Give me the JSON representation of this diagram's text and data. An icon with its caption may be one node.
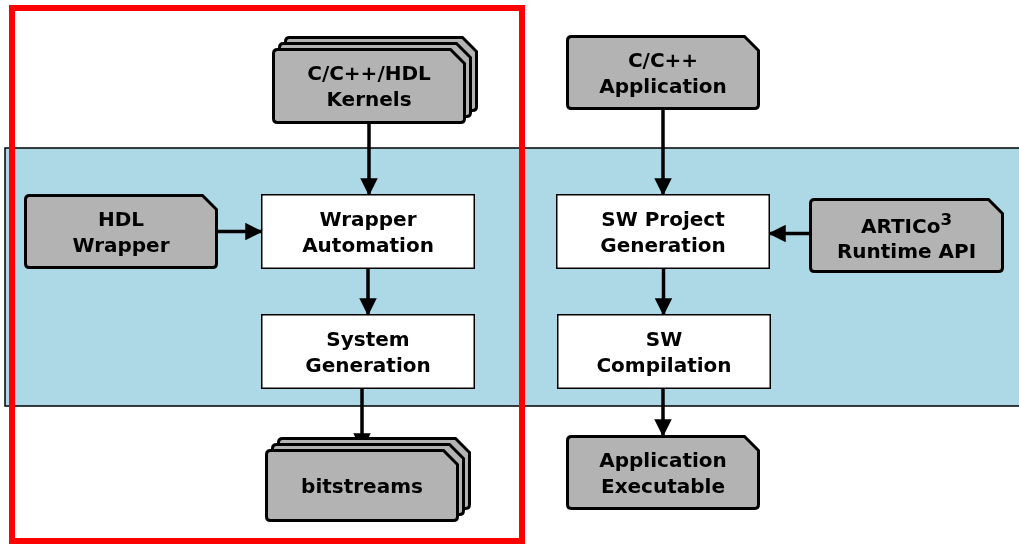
{
  "diagram": {
    "nodes": [
      {
        "text": [
          "C/C++/HDL Kernels"
        ]
      },
      {
        "text": [
          "C/C++ Application"
        ]
      },
      {
        "text": [
          "HDL Wrapper"
        ]
      },
      {
        "text": [
          "Wrapper Automation"
        ]
      },
      {
        "text": [
          "SW Project Generation"
        ]
      },
      {
        "text": [
          "ARTICo$^{3}$ Runtime API"
        ]
      },
      {
        "text": [
          "System Generation"
        ]
      },
      {
        "text": [
          "SW Compilation"
        ]
      },
      {
        "text": [
          "bitstreams"
        ]
      },
      {
        "text": [
          "Application Executable"
        ]
      }
    ],
    "edges": [
      {
        "from": 0,
        "to": 3,
        "arrow": "to"
      },
      {
        "from": 2,
        "to": 3,
        "arrow": "to"
      },
      {
        "from": 3,
        "to": 6,
        "arrow": "to"
      },
      {
        "from": 6,
        "to": 8,
        "arrow": "to"
      },
      {
        "from": 1,
        "to": 4,
        "arrow": "to"
      },
      {
        "from": 5,
        "to": 4,
        "arrow": "to"
      },
      {
        "from": 4,
        "to": 7,
        "arrow": "to"
      },
      {
        "from": 7,
        "to": 9,
        "arrow": "to"
      }
    ]
  }
}
